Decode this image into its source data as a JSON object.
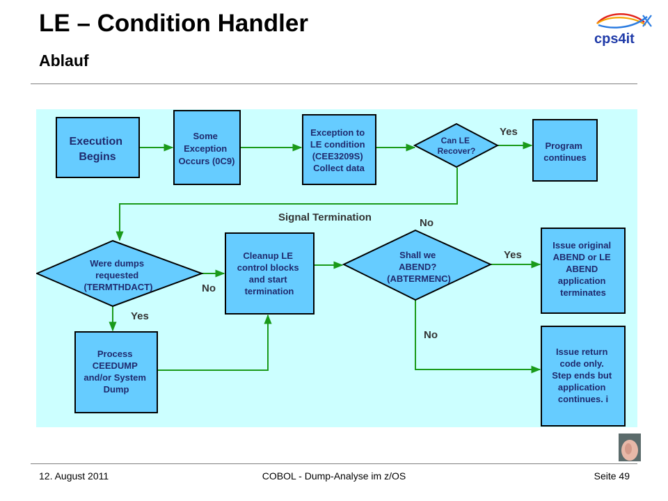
{
  "header": {
    "title": "LE – Condition Handler",
    "subtitle": "Ablauf",
    "logo_text": "cps4it"
  },
  "diagram": {
    "background_color": "#ccffff",
    "node_fill": "#66ccff",
    "edge_color": "#1a9a1a",
    "nodes": {
      "execution_begins": [
        "Execution",
        "Begins"
      ],
      "some_exception": [
        "Some",
        "Exception",
        "Occurs (0C9)"
      ],
      "exception_to_le": [
        "Exception to",
        "LE condition",
        "(CEE3209S)",
        "Collect data"
      ],
      "can_le_recover": [
        "Can LE",
        "Recover?"
      ],
      "program_continues": [
        "Program",
        "continues"
      ],
      "were_dumps_requested": [
        "Were dumps",
        "requested",
        "(TERMTHDACT)"
      ],
      "cleanup_le": [
        "Cleanup LE",
        "control blocks",
        "and start",
        "termination"
      ],
      "shall_we_abend": [
        "Shall we",
        "ABEND?",
        "(ABTERMENC)"
      ],
      "issue_original_abend": [
        "Issue original",
        "ABEND or LE",
        "ABEND",
        "application",
        "terminates"
      ],
      "process_ceedump": [
        "Process",
        "CEEDUMP",
        "and/or System",
        "Dump"
      ],
      "issue_return_code": [
        "Issue return",
        "code only.",
        "Step ends but",
        "application",
        "continues. i"
      ]
    },
    "edge_labels": {
      "recover_yes": "Yes",
      "signal_termination": "Signal Termination",
      "recover_no": "No",
      "dumps_no": "No",
      "dumps_yes": "Yes",
      "abend_yes": "Yes",
      "abend_no": "No"
    }
  },
  "footer": {
    "date": "12. August 2011",
    "center": "COBOL - Dump-Analyse im z/OS",
    "page": "Seite 49"
  }
}
